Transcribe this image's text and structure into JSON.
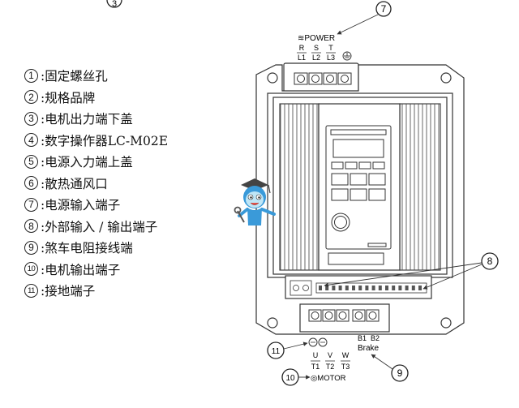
{
  "legend": [
    {
      "num": "1",
      "label": ":固定螺丝孔"
    },
    {
      "num": "2",
      "label": ":规格品牌"
    },
    {
      "num": "3",
      "label": ":电机出力端下盖"
    },
    {
      "num": "4",
      "label": ":数字操作器LC-M02E"
    },
    {
      "num": "5",
      "label": ":电源入力端上盖"
    },
    {
      "num": "6",
      "label": ":散热通风口"
    },
    {
      "num": "7",
      "label": ":电源输入端子"
    },
    {
      "num": "8",
      "label": ":外部输入 / 输出端子"
    },
    {
      "num": "9",
      "label": ":煞车电阻接线端"
    },
    {
      "num": "10",
      "label": ":电机输出端子"
    },
    {
      "num": "11",
      "label": ":接地端子"
    }
  ],
  "callouts": {
    "top_cut": "3",
    "c7": "7",
    "c8": "8",
    "c9": "9",
    "c10": "10",
    "c11": "11"
  },
  "power": {
    "title": "≋POWER",
    "terminals": [
      {
        "top": "R",
        "bottom": "L1"
      },
      {
        "top": "S",
        "bottom": "L2"
      },
      {
        "top": "T",
        "bottom": "L3"
      }
    ]
  },
  "motor": {
    "title": "◎MOTOR",
    "terminals": [
      {
        "top": "U",
        "bottom": "T1"
      },
      {
        "top": "V",
        "bottom": "T2"
      },
      {
        "top": "W",
        "bottom": "T3"
      }
    ]
  },
  "brake": {
    "b1": "B1",
    "b2": "B2",
    "label": "Brake"
  },
  "colors": {
    "line": "#333333",
    "mascot_blue": "#3a9ad9",
    "mascot_face": "#bfe6f7"
  }
}
